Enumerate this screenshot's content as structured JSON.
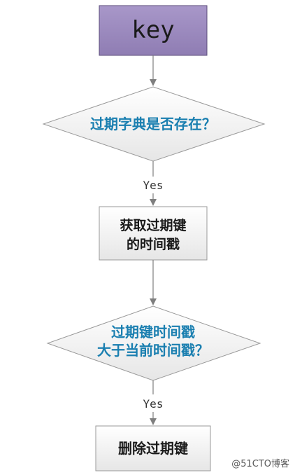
{
  "flowchart": {
    "start": {
      "label": "key"
    },
    "decision1": {
      "label": "过期字典是否存在？"
    },
    "edge1": {
      "label": "Yes"
    },
    "process1": {
      "line1": "获取过期键",
      "line2": "的时间戳"
    },
    "decision2": {
      "line1": "过期键时间戳",
      "line2": "大于当前时间戳？"
    },
    "edge2": {
      "label": "Yes"
    },
    "process2": {
      "label": "删除过期键"
    }
  },
  "watermark": "@51CTO博客",
  "colors": {
    "start_fill": "#9b89bd",
    "start_stroke": "#5a4b79",
    "node_fill_top": "#ffffff",
    "node_fill_bottom": "#e8e8e8",
    "node_stroke": "#9a9a9a",
    "decision_text": "#1a7fb0",
    "arrow": "#7f7f7f"
  }
}
